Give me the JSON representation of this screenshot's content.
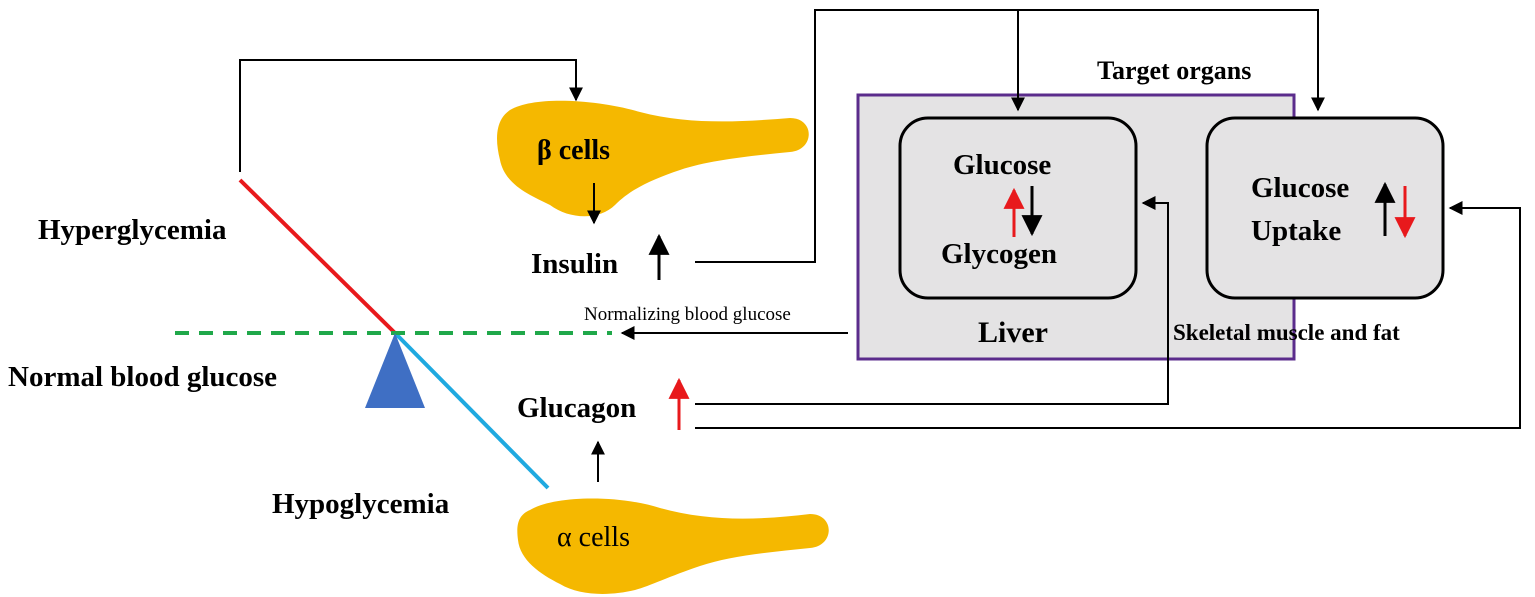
{
  "labels": {
    "beta_cells": "β cells",
    "alpha_cells": "α cells",
    "insulin": "Insulin",
    "glucagon": "Glucagon",
    "hyperglycemia": "Hyperglycemia",
    "hypoglycemia": "Hypoglycemia",
    "normal_blood_glucose": "Normal blood glucose",
    "normalizing": "Normalizing blood glucose",
    "target_organs": "Target organs",
    "liver_glucose": "Glucose",
    "liver_glycogen": "Glycogen",
    "liver": "Liver",
    "muscle_glucose": "Glucose",
    "muscle_uptake": "Uptake",
    "muscle_fat": "Skeletal muscle and fat"
  },
  "colors": {
    "pancreas": "#f5b800",
    "hyper_line": "#e8191c",
    "hypo_line": "#1fa9e0",
    "normal_line": "#20a84a",
    "fulcrum": "#3f6fc4",
    "target_box_border": "#5b2c8c",
    "target_box_fill": "#e4e3e4",
    "red_arrow": "#e8191c",
    "black": "#000000"
  },
  "icons": [
    "up-arrow-icon",
    "down-arrow-icon",
    "fulcrum-triangle-icon",
    "pancreas-shape-icon"
  ]
}
